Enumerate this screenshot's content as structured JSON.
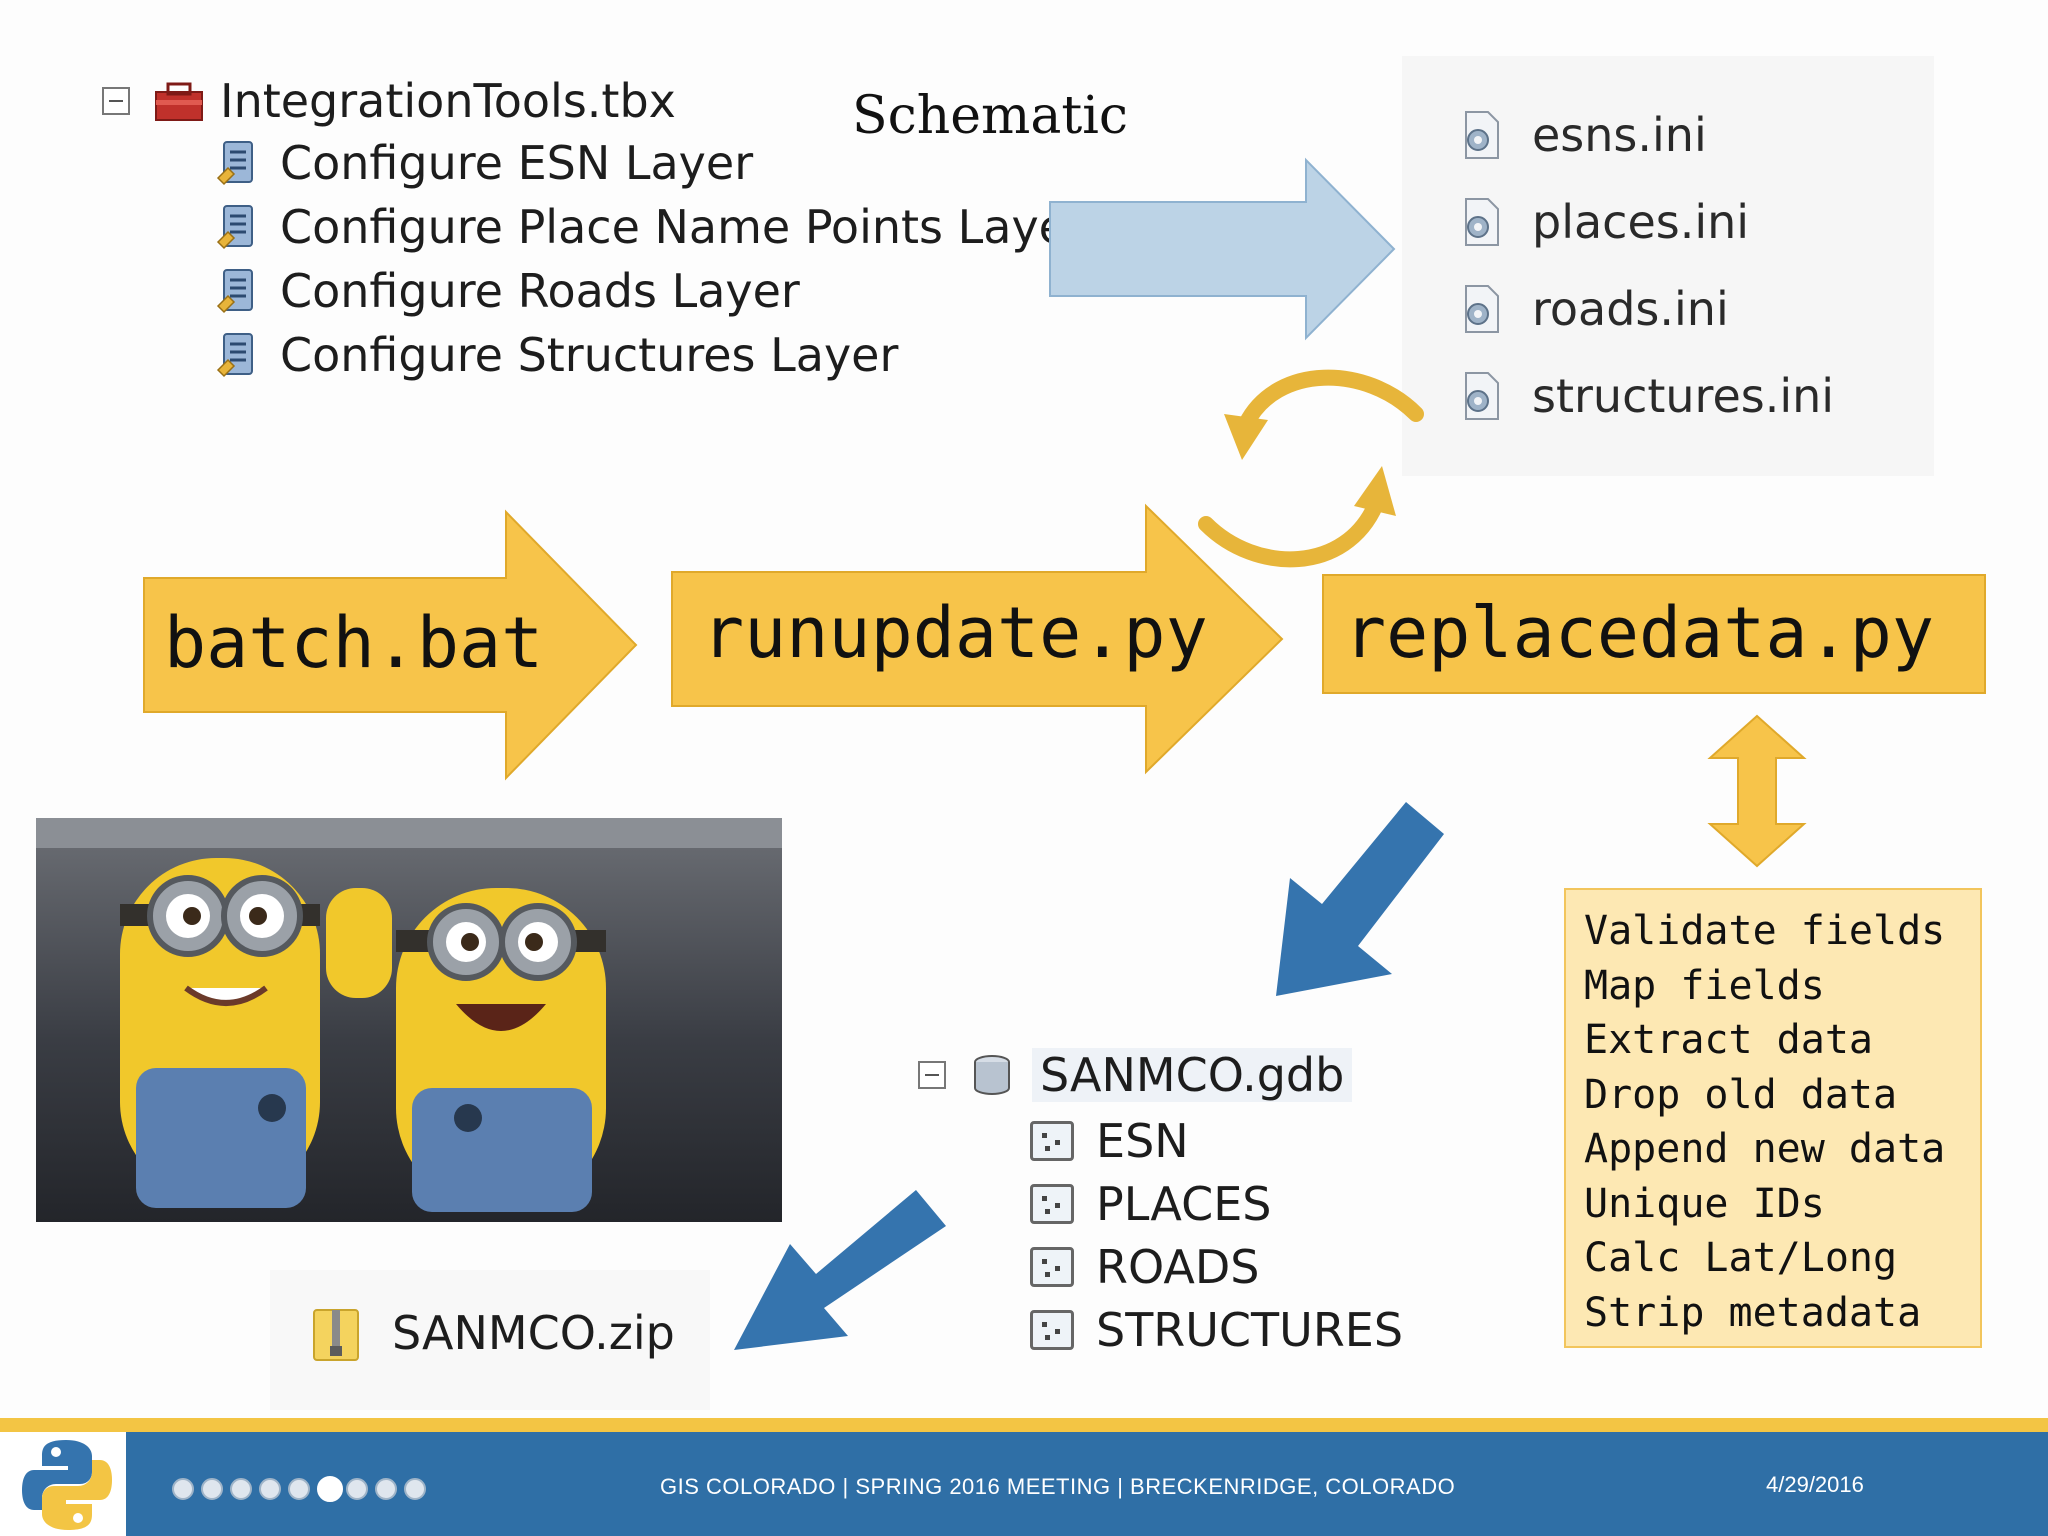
{
  "toolbox": {
    "name": "IntegrationTools.tbx",
    "tools": [
      "Configure ESN Layer",
      "Configure Place Name Points Layer",
      "Configure Roads Layer",
      "Configure Structures Layer"
    ]
  },
  "schematic_label": "Schematic",
  "ini_files": [
    "esns.ini",
    "places.ini",
    "roads.ini",
    "structures.ini"
  ],
  "flow": {
    "step1": "batch.bat",
    "step2": "runupdate.py",
    "step3": "replacedata.py"
  },
  "processing_steps": [
    "Validate fields",
    "Map fields",
    "Extract data",
    "Drop old data",
    "Append new data",
    "Unique IDs",
    "Calc Lat/Long",
    "Strip metadata"
  ],
  "geodatabase": {
    "name": "SANMCO.gdb",
    "feature_classes": [
      "ESN",
      "PLACES",
      "ROADS",
      "STRUCTURES"
    ]
  },
  "zip_file": "SANMCO.zip",
  "footer": {
    "text": "GIS COLORADO | SPRING 2016 MEETING | BRECKENRIDGE, COLORADO",
    "date": "4/29/2016",
    "dots_total": 9,
    "dots_active": 6
  },
  "icons": {
    "toolbox": "toolbox-icon",
    "script_tool": "script-tool-icon",
    "ini_file": "config-file-icon",
    "cycle": "refresh-cycle-icon",
    "database": "geodatabase-icon",
    "zip": "zip-folder-icon",
    "logo": "python-logo-icon"
  },
  "colors": {
    "yellow_arrow": "#f7c44a",
    "blue_arrow": "#3574ae",
    "light_blue_arrow": "#bcd3e6",
    "steps_box": "#fde8b3",
    "footer": "#2f6fa6",
    "footer_stripe": "#f3c544"
  }
}
